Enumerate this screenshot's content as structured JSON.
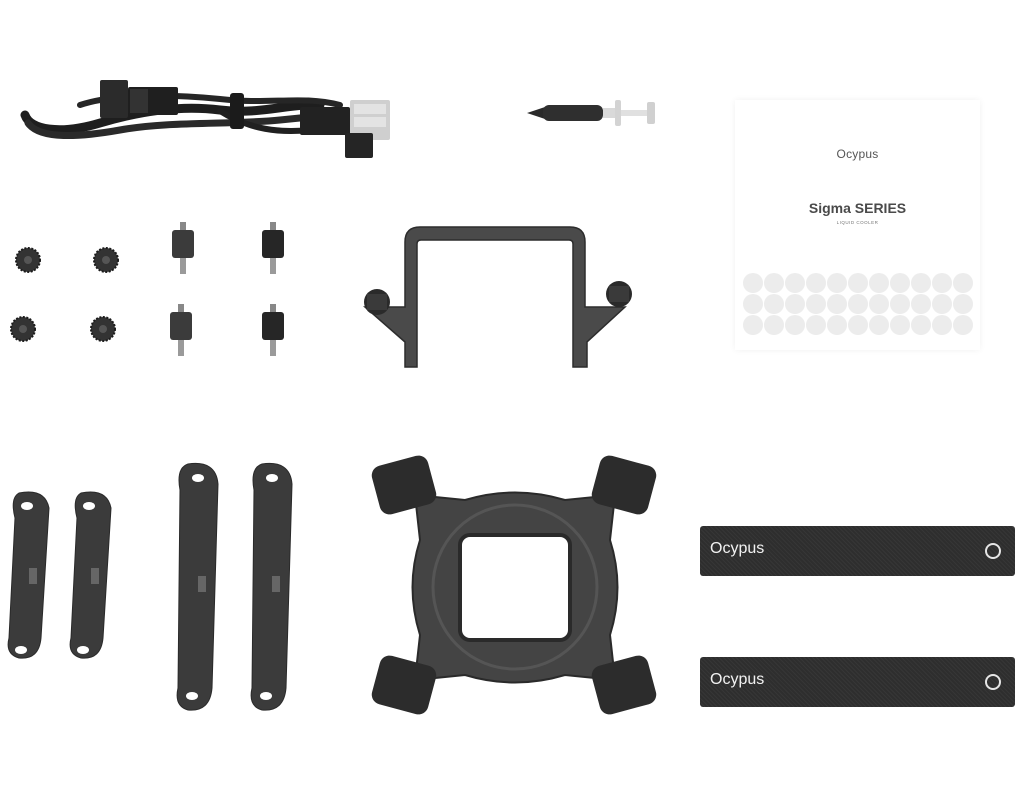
{
  "manual": {
    "brand": "Ocypus",
    "series": "Sigma SERIES",
    "subtitle": "LIQUID COOLER"
  },
  "straps": [
    {
      "logo": "Ocypus"
    },
    {
      "logo": "Ocypus"
    }
  ],
  "colors": {
    "background": "#ffffff",
    "metal_dark": "#3a3a3a",
    "metal_mid": "#4d4d4d",
    "strap": "#2e2e2e"
  }
}
